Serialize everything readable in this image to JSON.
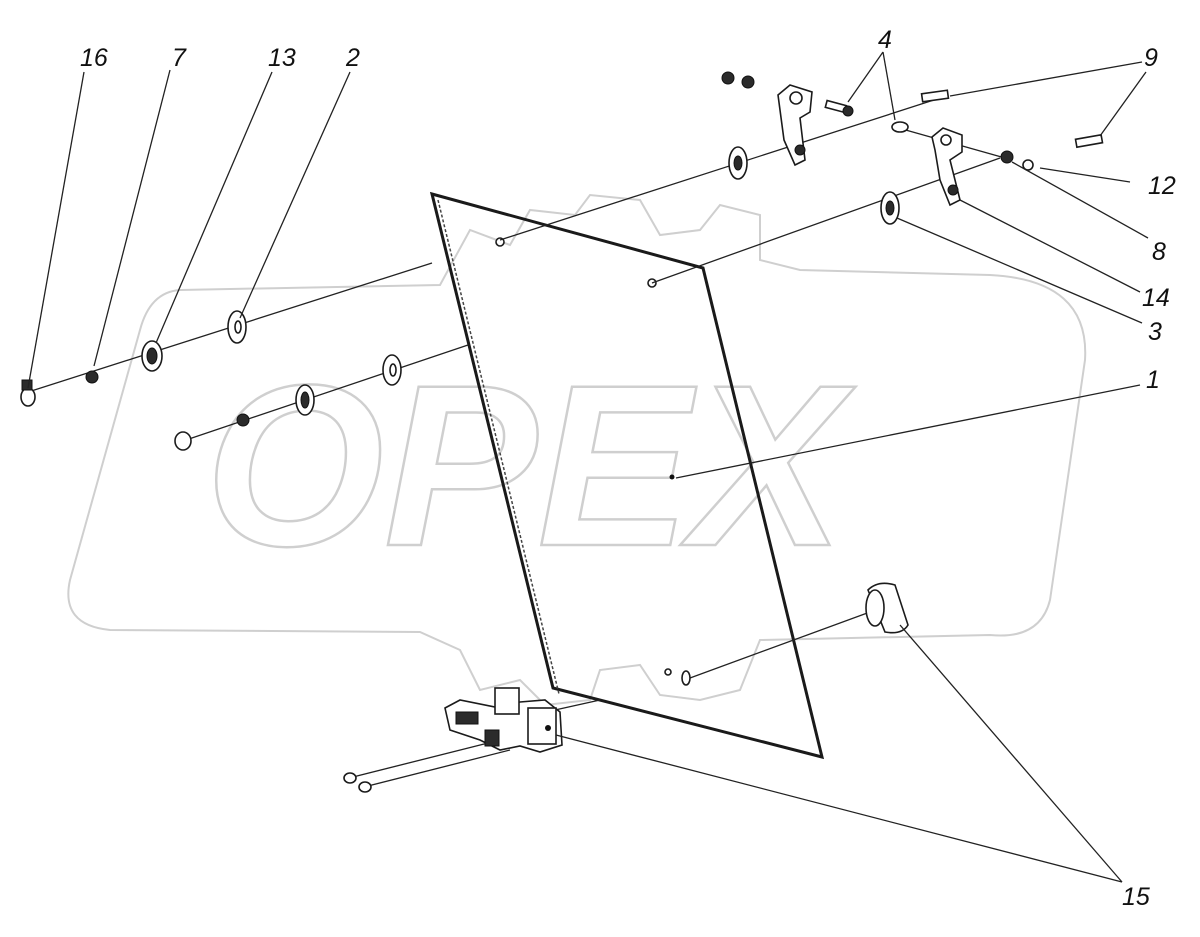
{
  "watermark": {
    "text": "OPEX"
  },
  "header_mark": "",
  "callouts": [
    {
      "id": "16",
      "label": "16"
    },
    {
      "id": "7",
      "label": "7"
    },
    {
      "id": "13",
      "label": "13"
    },
    {
      "id": "2",
      "label": "2"
    },
    {
      "id": "4",
      "label": "4"
    },
    {
      "id": "9",
      "label": "9"
    },
    {
      "id": "12",
      "label": "12"
    },
    {
      "id": "8",
      "label": "8"
    },
    {
      "id": "14",
      "label": "14"
    },
    {
      "id": "3",
      "label": "3"
    },
    {
      "id": "1",
      "label": "1"
    },
    {
      "id": "15",
      "label": "15"
    }
  ],
  "colors": {
    "line": "#222222",
    "watermark": "#cfcfcf",
    "background": "#ffffff"
  }
}
